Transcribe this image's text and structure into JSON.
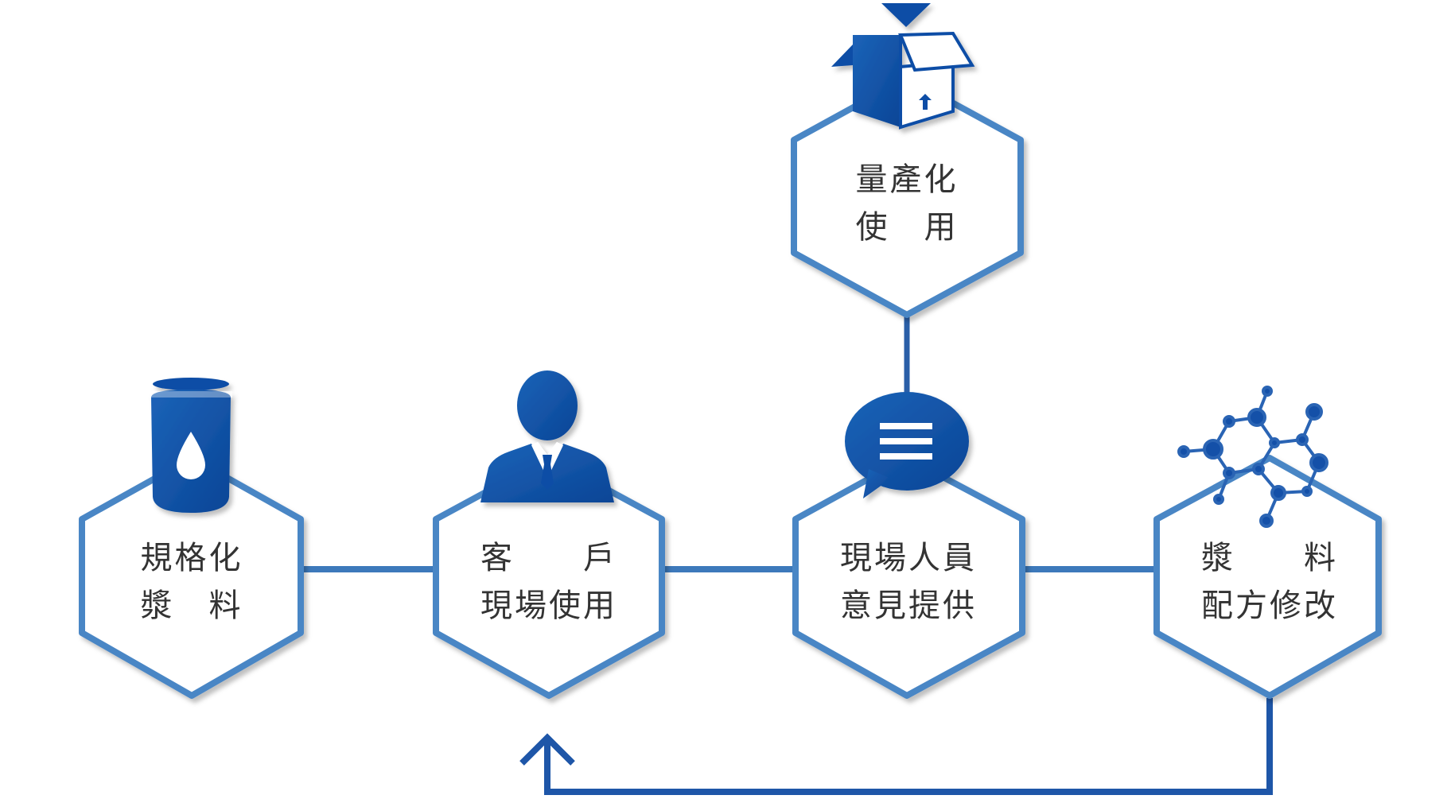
{
  "colors": {
    "primary": "#0d4ea6",
    "outline": "#4a86c5",
    "connector": "#3d79bb",
    "text": "#333333"
  },
  "nodes": [
    {
      "id": "standardized-slurry",
      "icon": "water-drop-jar-icon",
      "line1": "規格化",
      "line2": "漿　料"
    },
    {
      "id": "customer-site-use",
      "icon": "businessman-icon",
      "line1": "客　　戶",
      "line2": "現場使用"
    },
    {
      "id": "site-feedback",
      "icon": "speech-bubble-icon",
      "line1": "現場人員",
      "line2": "意見提供"
    },
    {
      "id": "formula-revision",
      "icon": "molecule-icon",
      "line1": "漿　　料",
      "line2": "配方修改"
    },
    {
      "id": "mass-production",
      "icon": "open-box-upload-icon",
      "line1": "量產化",
      "line2": "使　用"
    }
  ]
}
